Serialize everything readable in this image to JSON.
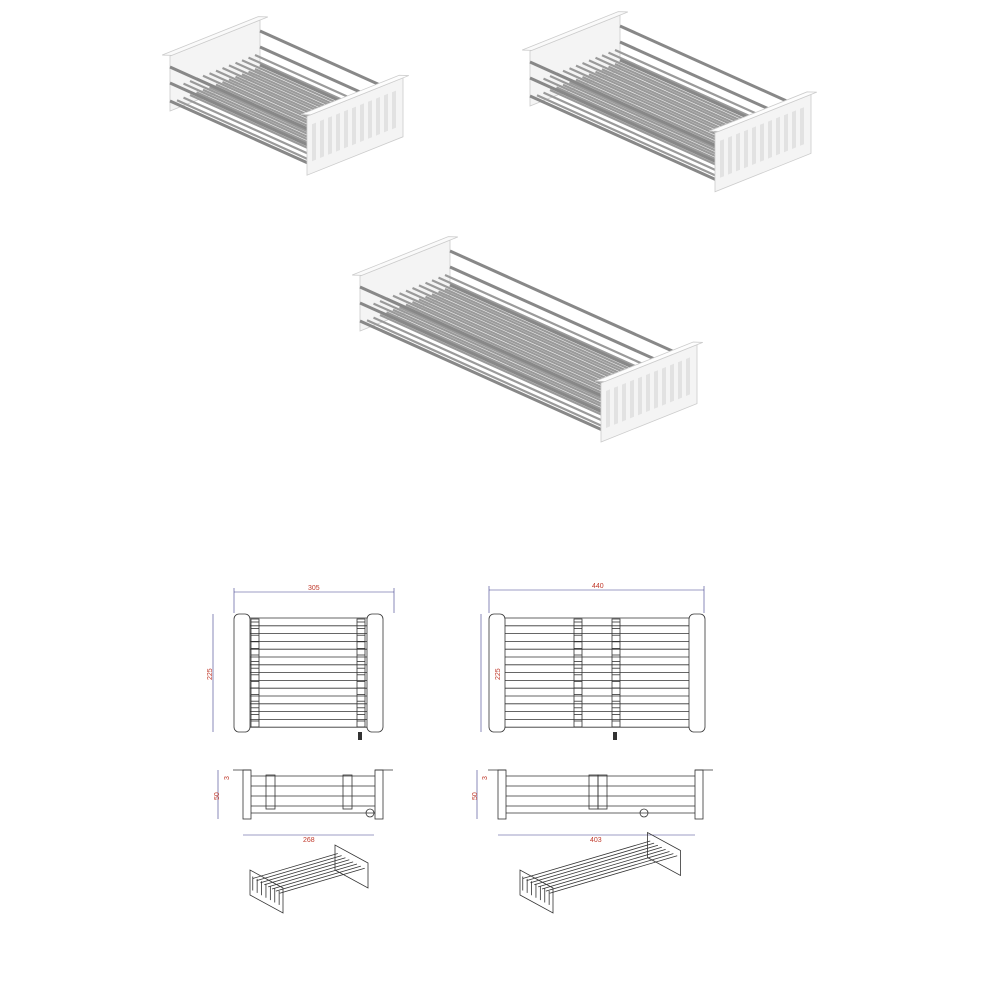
{
  "products": [
    {
      "name": "basket-collapsed"
    },
    {
      "name": "basket-extended"
    },
    {
      "name": "basket-fully-extended"
    }
  ],
  "drawings": {
    "collapsed": {
      "width": "305",
      "depth": "225",
      "rim": "3",
      "height": "50",
      "inner_width": "268"
    },
    "extended": {
      "width": "440",
      "depth": "225",
      "rim": "3",
      "height": "50",
      "inner_width": "403"
    }
  },
  "colors": {
    "panel": "#f4f4f4",
    "rod": "#9a9a9a",
    "dimension_text": "#c0392b",
    "dimension_line": "#3a3a8a"
  }
}
